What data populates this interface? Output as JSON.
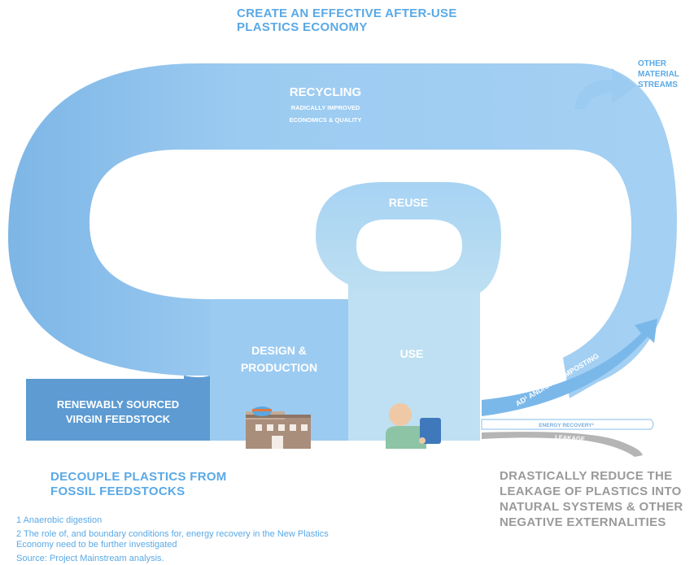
{
  "top_heading": {
    "line1": "CREATE AN EFFECTIVE AFTER-USE",
    "line2": "PLASTICS ECONOMY"
  },
  "other_streams": {
    "line1": "OTHER",
    "line2": "MATERIAL",
    "line3": "STREAMS"
  },
  "recycling": {
    "title": "RECYCLING",
    "sub1": "RADICALLY IMPROVED",
    "sub2": "ECONOMICS & QUALITY"
  },
  "reuse": {
    "label": "REUSE"
  },
  "design": {
    "line1": "DESIGN &",
    "line2": "PRODUCTION"
  },
  "use": {
    "label": "USE"
  },
  "renewable": {
    "line1": "RENEWABLY SOURCED",
    "line2": "VIRGIN FEEDSTOCK"
  },
  "ad_composting": {
    "label": "AD¹ AND/OR COMPOSTING"
  },
  "energy_recovery": {
    "label": "ENERGY RECOVERY²"
  },
  "leakage": {
    "label": "LEAKAGE"
  },
  "decouple": {
    "line1": "DECOUPLE PLASTICS FROM",
    "line2": "FOSSIL FEEDSTOCKS"
  },
  "reduce": {
    "line1": "DRASTICALLY REDUCE THE",
    "line2": "LEAKAGE OF PLASTICS INTO",
    "line3": "NATURAL SYSTEMS & OTHER",
    "line4": "NEGATIVE EXTERNALITIES"
  },
  "footnotes": {
    "note1": "1 Anaerobic digestion",
    "note2a": "2 The role of, and boundary conditions for, energy recovery in the New Plastics",
    "note2b": "Economy need to be further investigated",
    "source": "Source: Project Mainstream analysis."
  },
  "colors": {
    "loop": "#9ccbf1",
    "loop_dark": "#6aa6dc",
    "feedstock": "#5d9bd2",
    "design_box": "#9ccbf1",
    "use_box": "#bfe0f2",
    "heading_blue": "#5aa9e6",
    "heading_gray": "#9a9a9a"
  }
}
